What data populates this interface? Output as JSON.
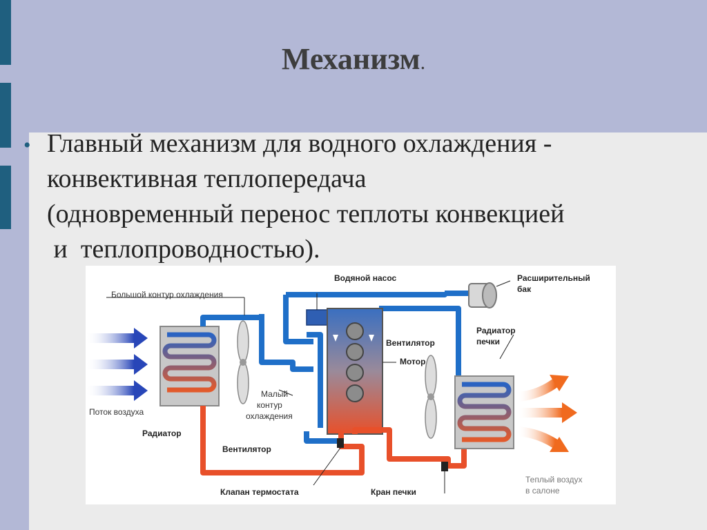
{
  "slide": {
    "title": "Механизм",
    "title_punct": ".",
    "bullet_lines": [
      "Главный механизм для водного охлаждения -",
      "конвективная теплопередача",
      "(одновременный перенос теплоты конвекцией",
      " и  теплопроводностью)."
    ]
  },
  "diagram": {
    "labels": {
      "large_loop": "Большой контур охлаждения",
      "water_pump": "Водяной насос",
      "expansion_tank_1": "Расширительный",
      "expansion_tank_2": "бак",
      "heater_radiator_1": "Радиатор",
      "heater_radiator_2": "печки",
      "fan_right": "Вентилятор",
      "motor": "Мотор",
      "small_loop_1": "Малый",
      "small_loop_2": "контур",
      "small_loop_3": "охлаждения",
      "airflow": "Поток воздуха",
      "radiator": "Радиатор",
      "fan_left": "Вентилятор",
      "thermostat": "Клапан термостата",
      "heater_valve": "Кран печки",
      "warm_air_1": "Теплый воздух",
      "warm_air_2": "в салоне"
    },
    "colors": {
      "cold": "#1f6fc8",
      "hot": "#e8502a",
      "air_in": "#2e4fbf",
      "air_out": "#f07a2a"
    }
  }
}
